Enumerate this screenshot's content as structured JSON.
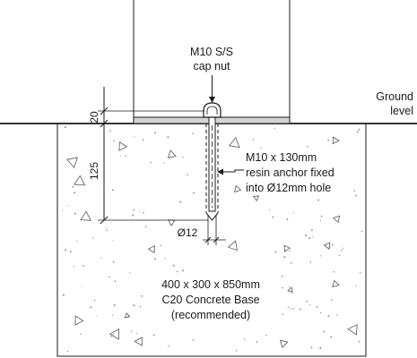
{
  "cap_nut_label": {
    "line1": "M10 S/S",
    "line2": "cap nut"
  },
  "ground_label": {
    "line1": "Ground",
    "line2": "level"
  },
  "anchor_label": {
    "line1": "M10 x 130mm",
    "line2": "resin anchor fixed",
    "line3": "into Ø12mm hole"
  },
  "base_label": {
    "line1": "400 x 300 x 850mm",
    "line2": "C20 Concrete Base",
    "line3": "(recommended)"
  },
  "dimensions": {
    "plate_depth": "20",
    "embed_depth": "125",
    "hole_diameter": "Ø12"
  },
  "colors": {
    "line": "#1a1a1a",
    "baseplate_fill": "#d4d4d4",
    "speckle": "#8a8a8a"
  }
}
